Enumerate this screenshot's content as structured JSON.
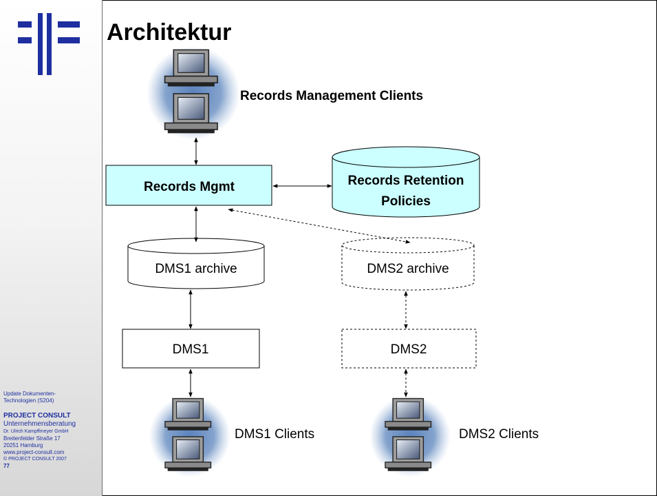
{
  "slide": {
    "title": "Architektur"
  },
  "sidebar": {
    "footer": {
      "course_line1": "Update Dokumenten-",
      "course_line2": "Technologien (S204)",
      "company": "PROJECT  CONSULT",
      "company_sub": "Unternehmensberatung",
      "contact_name": "Dr. Ulrich Kampffmeyer  GmbH",
      "street": "Breitenfelder Straße 17",
      "city": "20251 Hamburg",
      "website": "www.project-consult.com",
      "copyright": "© PROJECT CONSULT  2007",
      "page_number": "77"
    }
  },
  "diagram": {
    "rm_clients_label": "Records Management Clients",
    "records_mgmt_label": "Records Mgmt",
    "retention_label_line1": "Records Retention",
    "retention_label_line2": "Policies",
    "dms1_archive_label": "DMS1 archive",
    "dms2_archive_label": "DMS2 archive",
    "dms1_label": "DMS1",
    "dms2_label": "DMS2",
    "dms1_clients_label": "DMS1 Clients",
    "dms2_clients_label": "DMS2 Clients"
  },
  "colors": {
    "accent_blue": "#1f2fa0",
    "box_cyan": "#ccffff",
    "cylinder_cyan": "#ccffff",
    "workstation_cloud": "#6f93c4"
  }
}
